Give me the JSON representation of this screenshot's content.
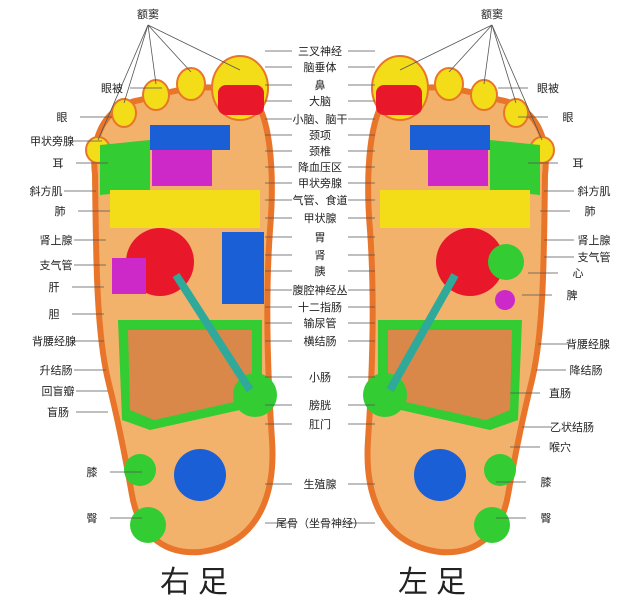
{
  "title_right": "右足",
  "title_left": "左足",
  "center_labels": [
    "三叉神经",
    "脑垂体",
    "鼻",
    "大脑",
    "小脑、脑干",
    "颈项",
    "颈椎",
    "降血压区",
    "甲状旁腺",
    "气管、食道",
    "甲状腺",
    "胃",
    "肾",
    "胰",
    "腹腔神经丛",
    "十二指肠",
    "输尿管",
    "横结肠",
    "小肠",
    "膀胱",
    "肛门",
    "生殖腺",
    "尾骨（坐骨神经）"
  ],
  "right_foot_labels": [
    "额窦",
    "眼被",
    "眼",
    "甲状旁腺",
    "耳",
    "斜方肌",
    "肺",
    "肾上腺",
    "支气管",
    "肝",
    "胆",
    "背腰经腺",
    "升结肠",
    "回盲瓣",
    "盲肠",
    "膝",
    "臀"
  ],
  "left_foot_labels": [
    "额窦",
    "眼被",
    "眼",
    "耳",
    "斜方肌",
    "肺",
    "肾上腺",
    "支气管",
    "心",
    "脾",
    "背腰经腺",
    "降结肠",
    "直肠",
    "乙状结肠",
    "喉穴",
    "膝",
    "臀"
  ],
  "colors": {
    "skin": "#f2b26b",
    "outline": "#e8752a",
    "yellow": "#f3dd18",
    "magenta": "#cc29c8",
    "green": "#33cc33",
    "red": "#e8172a",
    "blue": "#1b5fd6",
    "teal": "#2fa99a",
    "intestine": "#d9884a"
  }
}
